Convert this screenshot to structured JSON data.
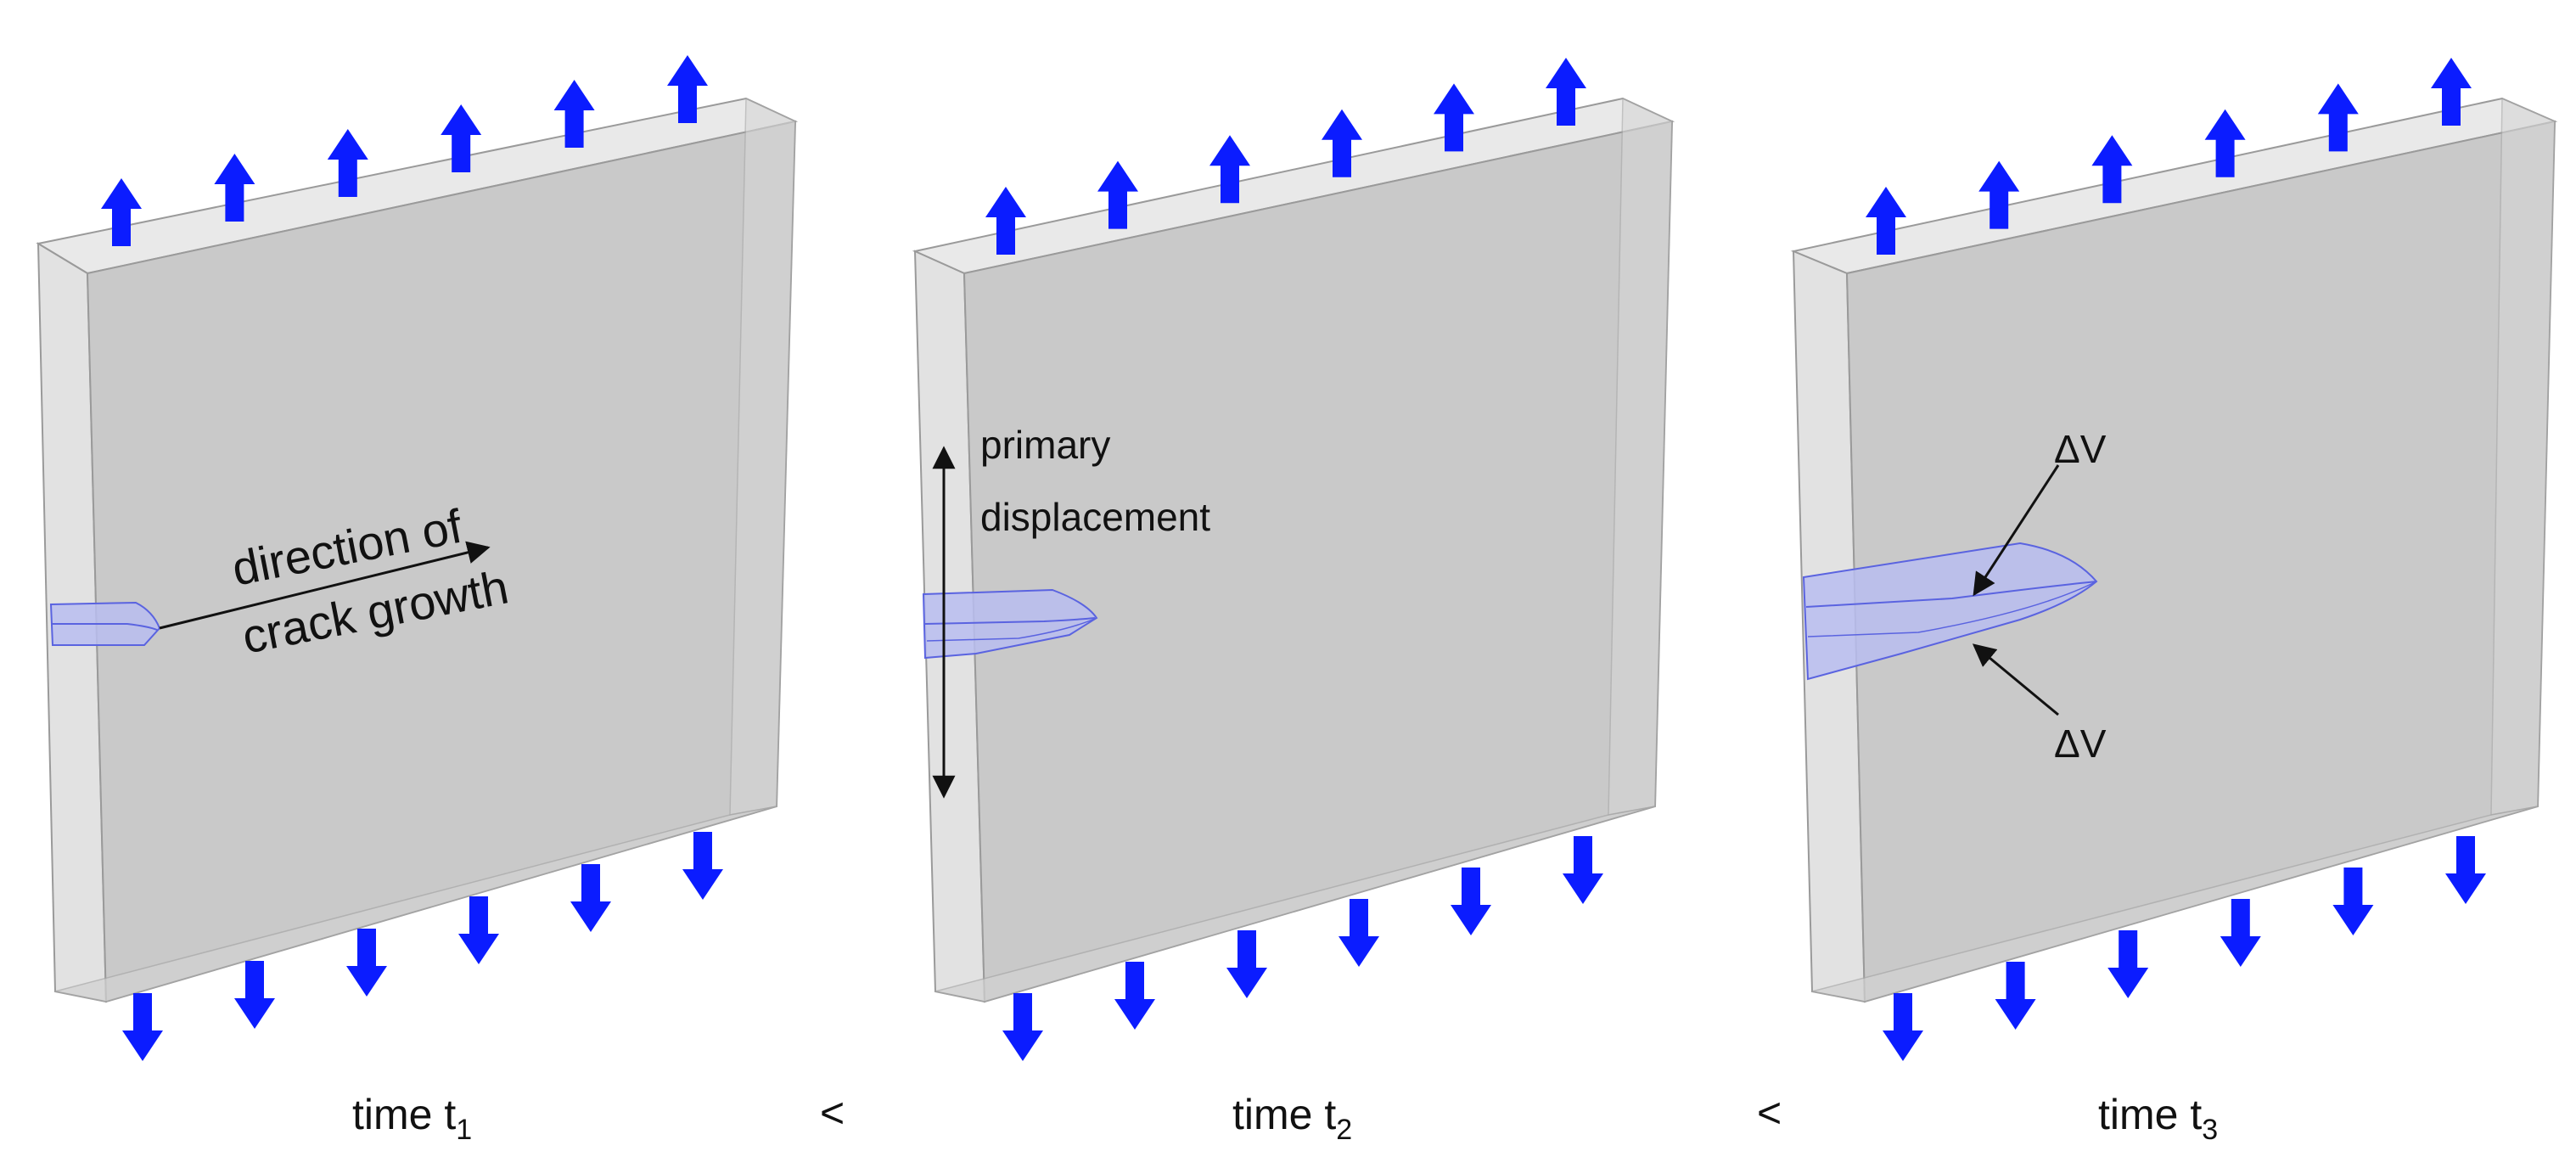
{
  "panels": [
    {
      "id": "t1",
      "caption_main": "time t",
      "caption_sub": "1",
      "annotation_line1": "direction of",
      "annotation_line2": "crack growth"
    },
    {
      "id": "t2",
      "caption_main": "time t",
      "caption_sub": "2",
      "annotation_line1": "primary",
      "annotation_line2": "displacement"
    },
    {
      "id": "t3",
      "caption_main": "time t",
      "caption_sub": "3",
      "annotation_upper": "ΔV",
      "annotation_lower": "ΔV"
    }
  ],
  "separators": [
    "<",
    "<"
  ],
  "colors": {
    "plate_face": "#c9c9c9",
    "plate_side": "#e4e4e4",
    "plate_top": "#e9e9e9",
    "plate_edge": "#9a9a9a",
    "load_arrow": "#0b1cff",
    "crack_fill": "#b9bdf0",
    "crack_edge": "#5a63e0"
  },
  "icons": {
    "top_load": "arrow-up-icon",
    "bottom_load": "arrow-down-icon"
  }
}
